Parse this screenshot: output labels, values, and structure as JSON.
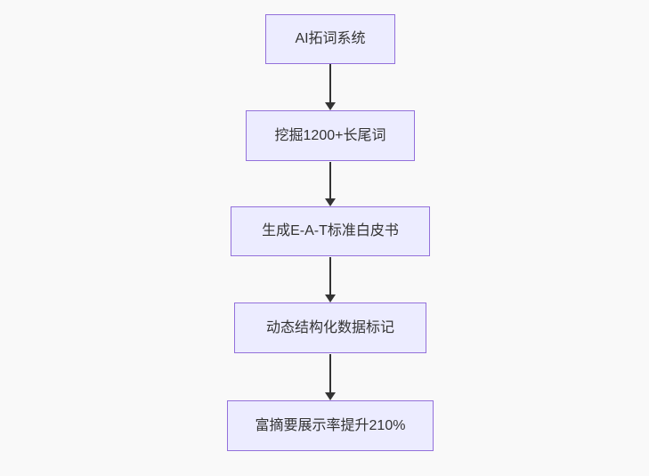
{
  "theme": {
    "background": "#f9f9f9",
    "node_fill": "#ECECFF",
    "node_border": "#9370DB",
    "text_color": "#333333",
    "arrow_color": "#333333"
  },
  "flowchart": {
    "direction": "top-down",
    "nodes": [
      {
        "id": "A",
        "label": "AI拓词系统"
      },
      {
        "id": "B",
        "label": "挖掘1200+长尾词"
      },
      {
        "id": "C",
        "label": "生成E-A-T标准白皮书"
      },
      {
        "id": "D",
        "label": "动态结构化数据标记"
      },
      {
        "id": "E",
        "label": "富摘要展示率提升210%"
      }
    ],
    "edges": [
      {
        "from": "A",
        "to": "B"
      },
      {
        "from": "B",
        "to": "C"
      },
      {
        "from": "C",
        "to": "D"
      },
      {
        "from": "D",
        "to": "E"
      }
    ]
  }
}
